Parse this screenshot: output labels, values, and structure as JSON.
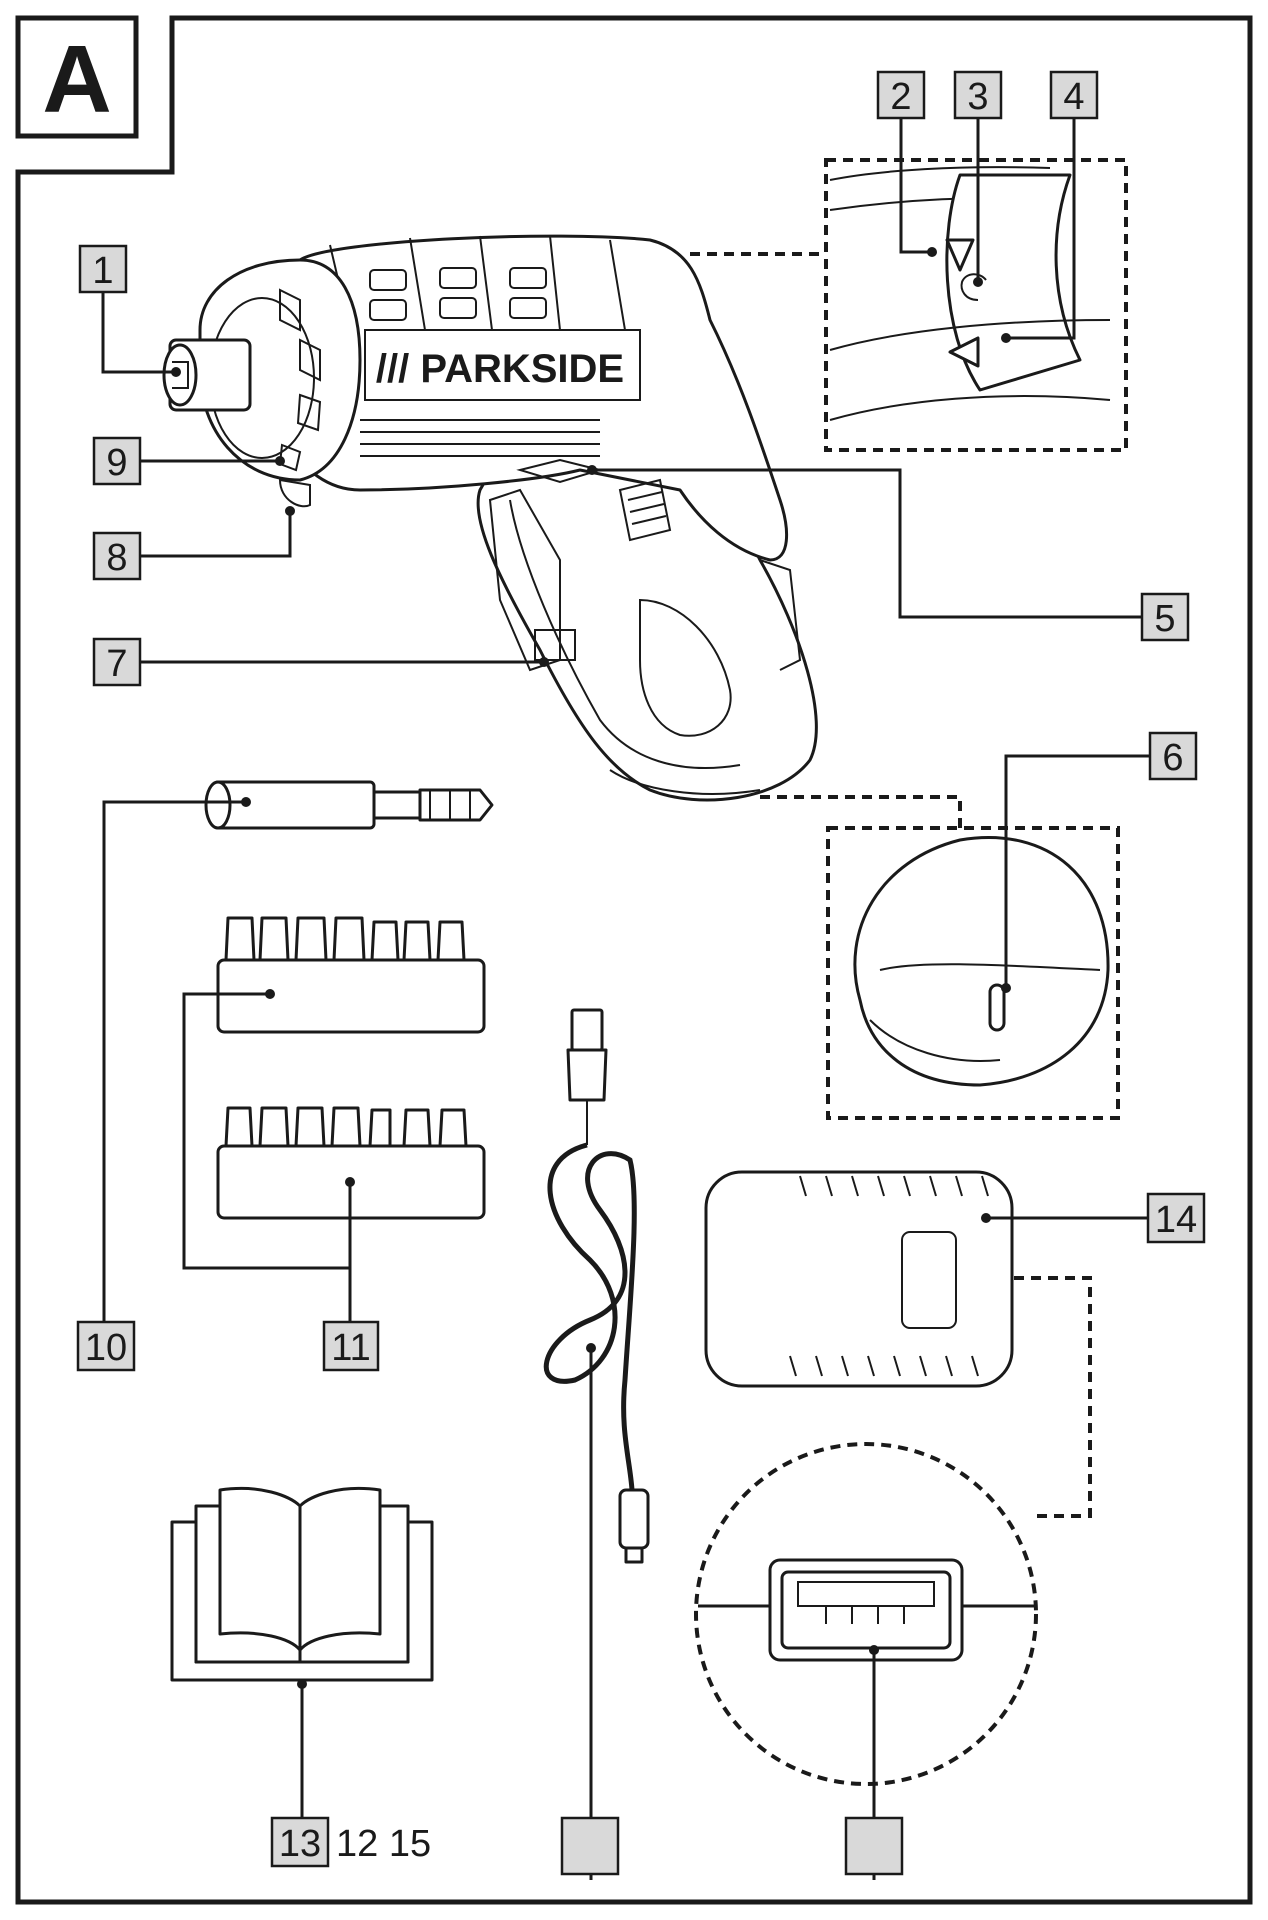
{
  "figure_letter": "A",
  "brand_text": "/// PARKSIDE",
  "callouts": {
    "c1": "1",
    "c2": "2",
    "c3": "3",
    "c4": "4",
    "c5": "5",
    "c6": "6",
    "c7": "7",
    "c8": "8",
    "c9": "9",
    "c10": "10",
    "c11": "11",
    "c13": "13",
    "c14": "14",
    "c12_15": "12 15",
    "cable": "",
    "port": ""
  }
}
